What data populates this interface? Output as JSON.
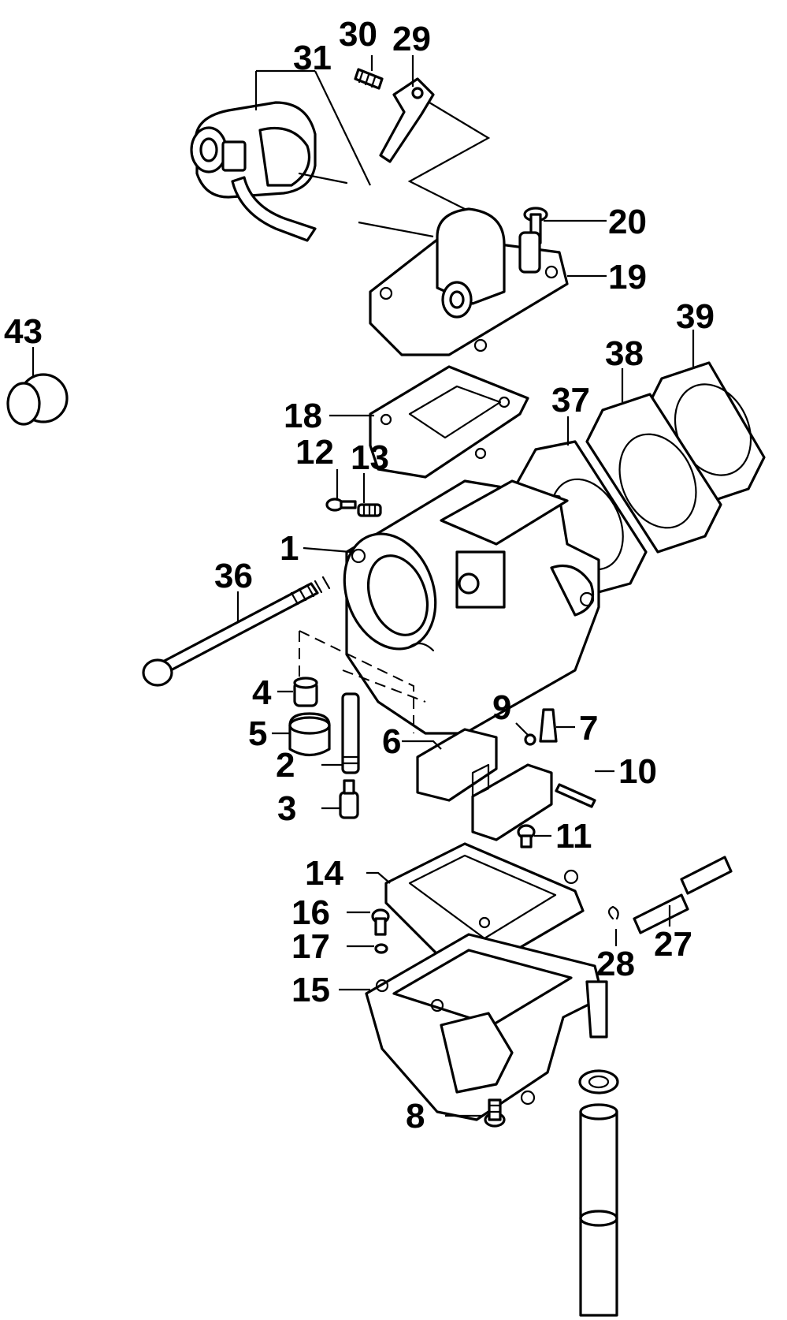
{
  "callouts": [
    {
      "id": "30",
      "label": "30"
    },
    {
      "id": "29",
      "label": "29"
    },
    {
      "id": "31",
      "label": "31"
    },
    {
      "id": "20",
      "label": "20"
    },
    {
      "id": "19",
      "label": "19"
    },
    {
      "id": "43",
      "label": "43"
    },
    {
      "id": "39",
      "label": "39"
    },
    {
      "id": "38",
      "label": "38"
    },
    {
      "id": "37",
      "label": "37"
    },
    {
      "id": "18",
      "label": "18"
    },
    {
      "id": "12",
      "label": "12"
    },
    {
      "id": "13",
      "label": "13"
    },
    {
      "id": "1",
      "label": "1"
    },
    {
      "id": "36",
      "label": "36"
    },
    {
      "id": "4",
      "label": "4"
    },
    {
      "id": "9",
      "label": "9"
    },
    {
      "id": "7",
      "label": "7"
    },
    {
      "id": "5",
      "label": "5"
    },
    {
      "id": "6",
      "label": "6"
    },
    {
      "id": "2",
      "label": "2"
    },
    {
      "id": "10",
      "label": "10"
    },
    {
      "id": "3",
      "label": "3"
    },
    {
      "id": "11",
      "label": "11"
    },
    {
      "id": "14",
      "label": "14"
    },
    {
      "id": "16",
      "label": "16"
    },
    {
      "id": "17",
      "label": "17"
    },
    {
      "id": "28",
      "label": "28"
    },
    {
      "id": "27",
      "label": "27"
    },
    {
      "id": "15",
      "label": "15"
    },
    {
      "id": "8",
      "label": "8"
    }
  ]
}
